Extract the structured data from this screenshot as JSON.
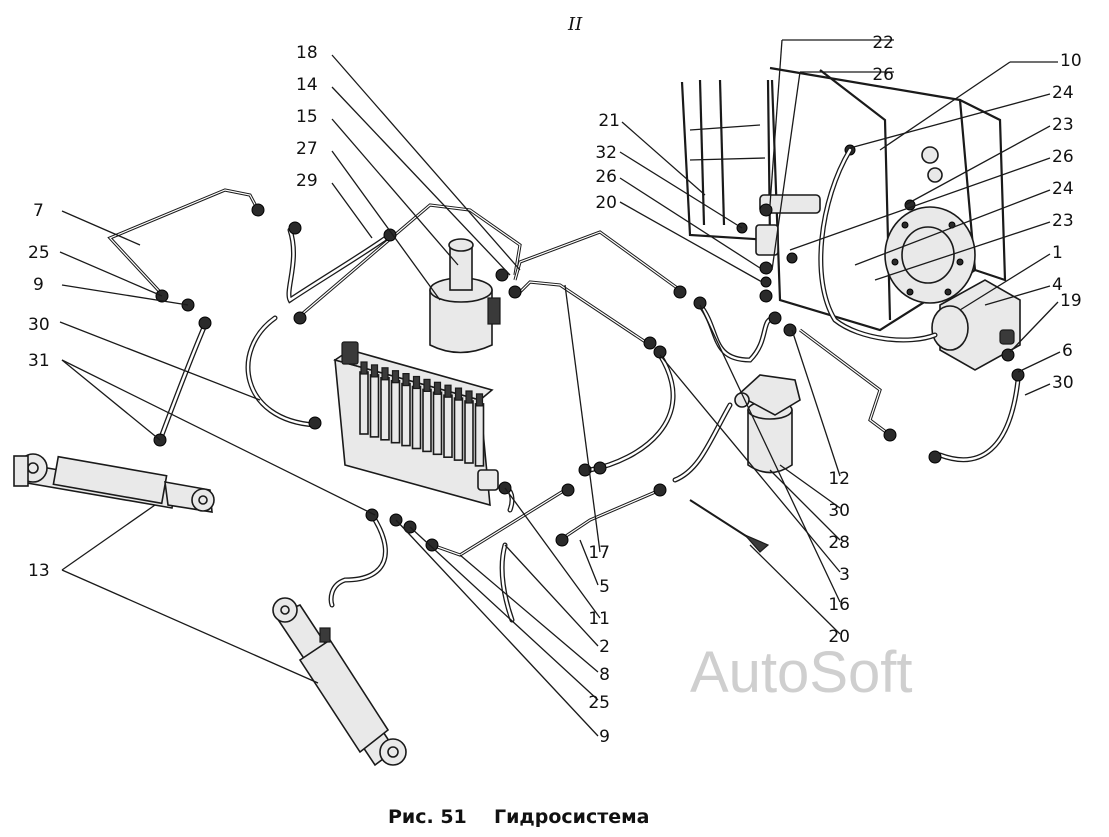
{
  "view_marker": "II",
  "caption": {
    "prefix": "Рис. 51",
    "title": "Гидросистема"
  },
  "watermark": "AutoSoft",
  "callouts": [
    "18",
    "14",
    "15",
    "27",
    "29",
    "7",
    "25",
    "9",
    "30",
    "31",
    "13",
    "22",
    "26",
    "10",
    "24",
    "23",
    "21",
    "26",
    "32",
    "26",
    "20",
    "24",
    "23",
    "1",
    "4",
    "19",
    "6",
    "30",
    "12",
    "30",
    "28",
    "3",
    "16",
    "20",
    "17",
    "5",
    "11",
    "2",
    "8",
    "25",
    "9"
  ]
}
